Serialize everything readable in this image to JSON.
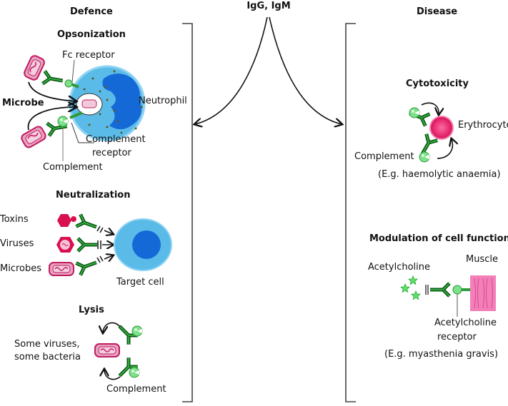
{
  "header": {
    "center_title": "IgG, IgM"
  },
  "defence": {
    "title": "Defence",
    "opsonization": {
      "title": "Opsonization",
      "labels": {
        "fc_receptor": "Fc receptor",
        "microbe": "Microbe",
        "neutrophil": "Neutrophil",
        "complement_receptor_line1": "Complement",
        "complement_receptor_line2": "receptor",
        "complement": "Complement"
      }
    },
    "neutralization": {
      "title": "Neutralization",
      "labels": {
        "toxins": "Toxins",
        "viruses": "Viruses",
        "microbes": "Microbes",
        "target_cell": "Target cell"
      }
    },
    "lysis": {
      "title": "Lysis",
      "labels": {
        "targets_line1": "Some viruses,",
        "targets_line2": "some bacteria",
        "complement": "Complement"
      }
    }
  },
  "disease": {
    "title": "Disease",
    "cytotoxicity": {
      "title": "Cytotoxicity",
      "labels": {
        "erythrocyte": "Erythrocyte",
        "complement": "Complement",
        "example": "(E.g. haemolytic anaemia)"
      }
    },
    "modulation": {
      "title": "Modulation of cell function",
      "labels": {
        "acetylcholine": "Acetylcholine",
        "muscle": "Muscle",
        "receptor_line1": "Acetylcholine",
        "receptor_line2": "receptor",
        "example": "(E.g. myasthenia gravis)"
      }
    }
  },
  "colors": {
    "antibody": "#1f8a2a",
    "complement": "#7ee08a",
    "microbe": "#d9487f",
    "neutrophil": "#5bbbe8",
    "nucleus": "#1569d6",
    "erythrocyte": "#e8226a",
    "muscle": "#f27fb8"
  }
}
